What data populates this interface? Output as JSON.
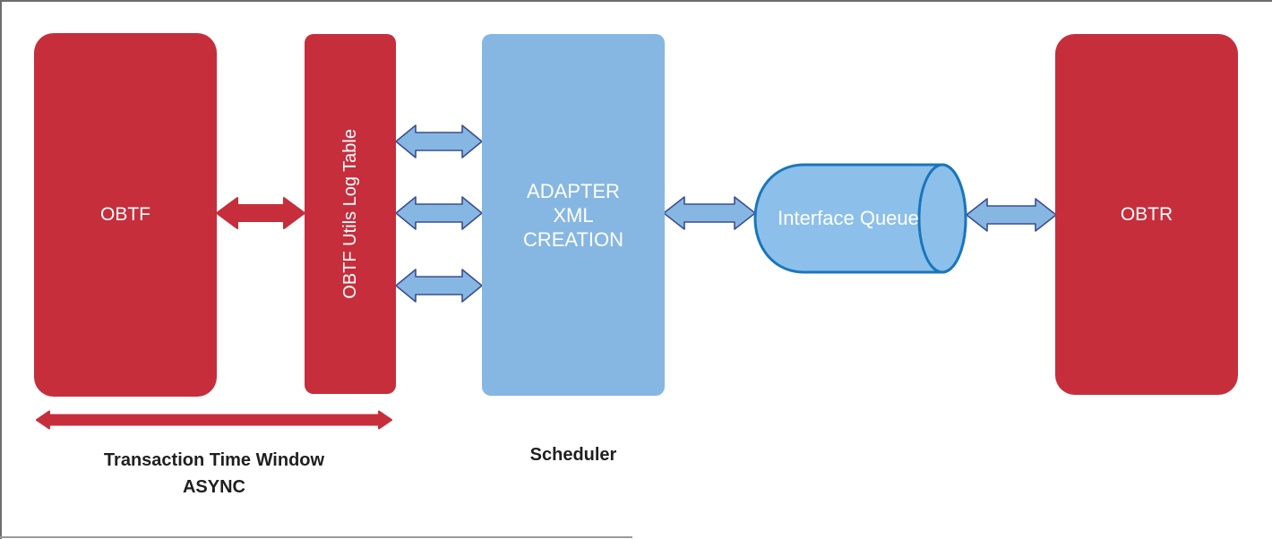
{
  "nodes": {
    "obtf": {
      "label": "OBTF"
    },
    "utils": {
      "label": "OBTF Utils Log Table"
    },
    "adapter": {
      "label": "ADAPTER\nXML\nCREATION"
    },
    "queue": {
      "label": "Interface Queue"
    },
    "obtr": {
      "label": "OBTR"
    }
  },
  "captions": {
    "transaction_window": "Transaction Time Window\nASYNC",
    "scheduler": "Scheduler"
  },
  "colors": {
    "red": "#C62E3C",
    "blue_fill": "#86B7E2",
    "blue_stroke": "#3A4E8F",
    "cylinder_fill": "#8CC0EA",
    "cylinder_stroke": "#1A76BB",
    "text_dark": "#1F1F1F",
    "border_gray": "#6D6D6D",
    "border_light": "#9A9A9A"
  }
}
